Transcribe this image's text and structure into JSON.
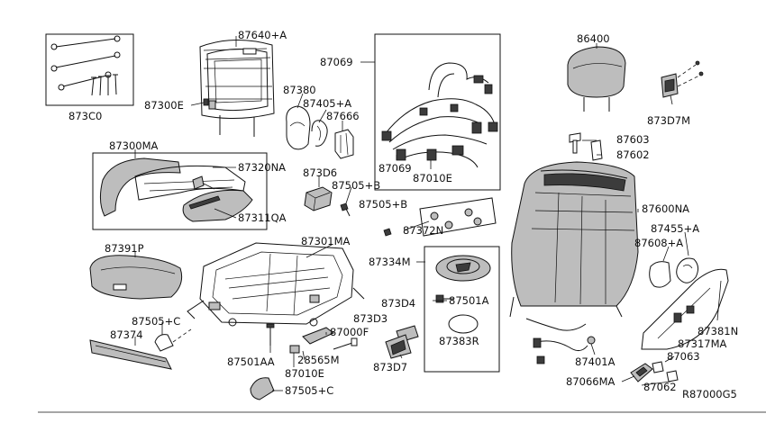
{
  "labels": {
    "l873c0": "873C0",
    "l87640a": "87640+A",
    "l87300e": "87300E",
    "l87380": "87380",
    "l87405a": "87405+A",
    "l87666": "87666",
    "l87069a": "87069",
    "l87069b": "87069",
    "l87010e_a": "87010E",
    "l86400": "86400",
    "l873d7m": "873D7M",
    "l87603": "87603",
    "l87602": "87602",
    "l87300ma": "87300MA",
    "l87320na": "87320NA",
    "l87311qa": "87311QA",
    "l873d6": "873D6",
    "l87505b_a": "87505+B",
    "l87505b_b": "87505+B",
    "l87372n": "87372N",
    "l87600na": "87600NA",
    "l87455a": "87455+A",
    "l87608a": "87608+A",
    "l87391p": "87391P",
    "l87301ma": "87301MA",
    "l87334m": "87334M",
    "l87501a": "87501A",
    "l873d4": "873D4",
    "l873d3": "873D3",
    "l87383r": "87383R",
    "l87505c_a": "87505+C",
    "l87374": "87374",
    "l87000f": "87000F",
    "l87501aa": "87501AA",
    "l28565m": "28565M",
    "l87010e_b": "87010E",
    "l873d7": "873D7",
    "l87505c_b": "87505+C",
    "l87401a": "87401A",
    "l87381n": "87381N",
    "l87317ma": "87317MA",
    "l87063": "87063",
    "l87066ma": "87066MA",
    "l87062": "87062",
    "ref": "R87000G5"
  }
}
